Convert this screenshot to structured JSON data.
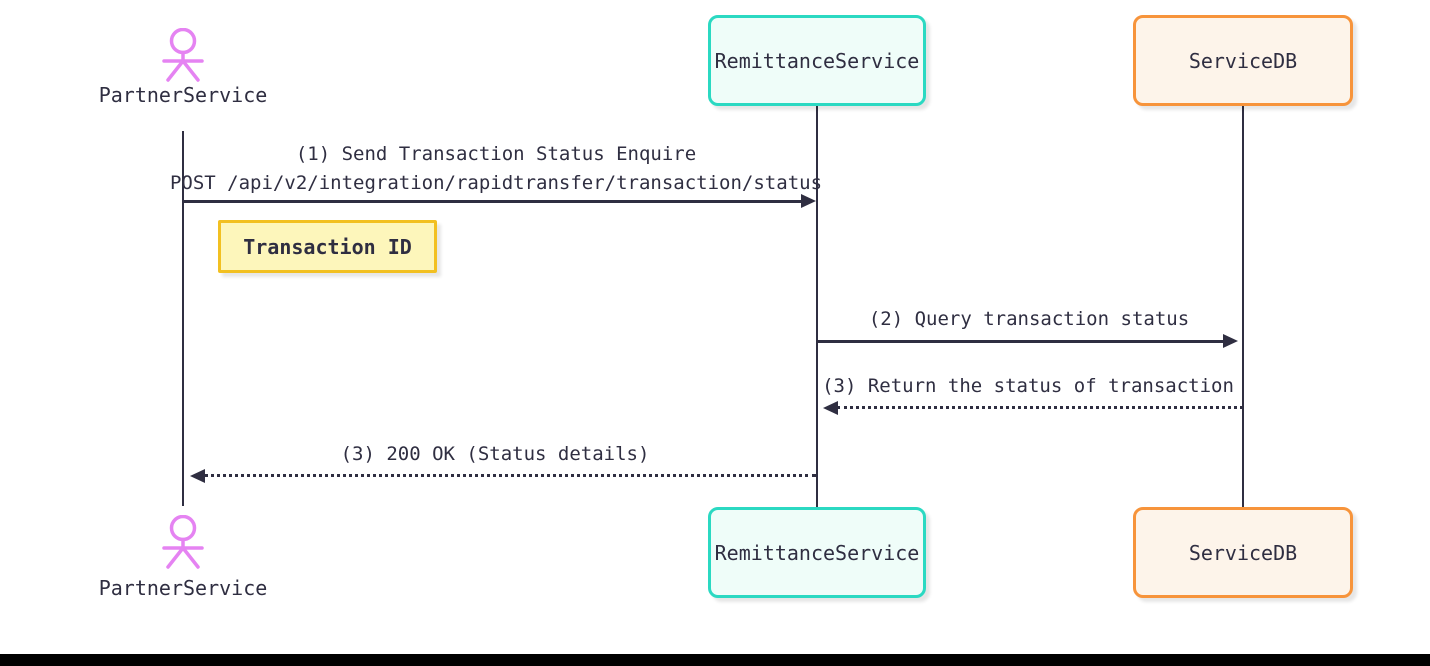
{
  "diagram_type": "sequence-diagram",
  "colors": {
    "ink": "#2f2e41",
    "actor_stroke": "#e583f2",
    "remittance_border": "#2bd9c2",
    "remittance_fill": "#effdf9",
    "servicedb_border": "#f7943b",
    "servicedb_fill": "#fdf4ea",
    "note_border": "#f2c021",
    "note_fill": "#fdf6bb",
    "bottom_bar": "#000000",
    "background": "#ffffff"
  },
  "actors": {
    "partner": {
      "label": "PartnerService",
      "icon": "person-icon"
    }
  },
  "participants": {
    "remittance": {
      "label": "RemittanceService"
    },
    "servicedb": {
      "label": "ServiceDB"
    }
  },
  "note": {
    "label": "Transaction ID"
  },
  "messages": [
    {
      "line1": "(1) Send Transaction Status Enquire",
      "line2": "POST /api/v2/integration/rapidtransfer/transaction/status",
      "from": "PartnerService",
      "to": "RemittanceService",
      "line_style": "solid"
    },
    {
      "line1": "(2) Query transaction status",
      "from": "RemittanceService",
      "to": "ServiceDB",
      "line_style": "solid"
    },
    {
      "line1": "(3) Return the status of transaction",
      "from": "ServiceDB",
      "to": "RemittanceService",
      "line_style": "dotted"
    },
    {
      "line1": "(3) 200 OK (Status details)",
      "from": "RemittanceService",
      "to": "PartnerService",
      "line_style": "dotted"
    }
  ]
}
